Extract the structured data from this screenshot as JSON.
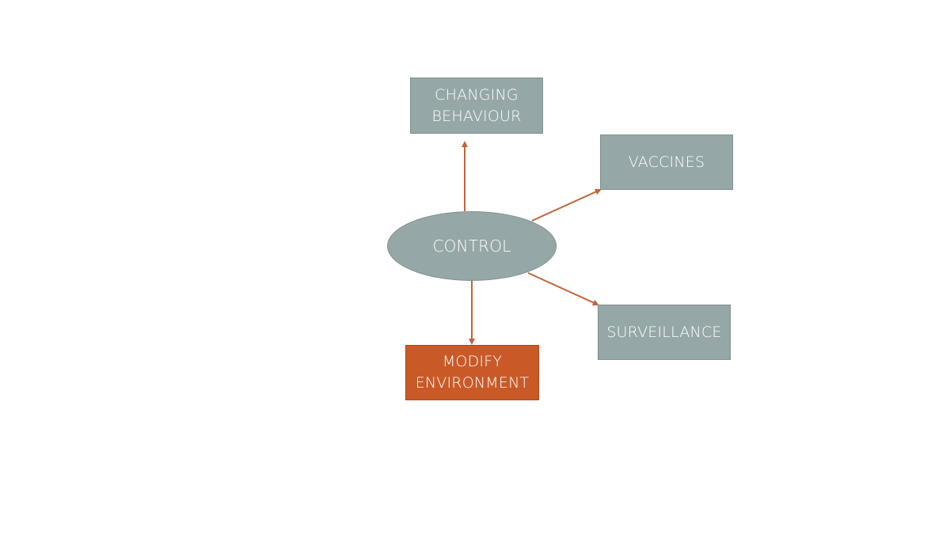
{
  "diagram": {
    "center": {
      "label": "CONTROL"
    },
    "nodes": [
      {
        "id": "changing_behaviour",
        "label": "CHANGING\nBEHAVIOUR",
        "highlighted": false
      },
      {
        "id": "vaccines",
        "label": "VACCINES",
        "highlighted": false
      },
      {
        "id": "surveillance",
        "label": "SURVEILLANCE",
        "highlighted": false
      },
      {
        "id": "modify_environment",
        "label": "MODIFY\nENVIRONMENT",
        "highlighted": true
      }
    ],
    "edges": [
      {
        "from": "control",
        "to": "changing_behaviour"
      },
      {
        "from": "control",
        "to": "vaccines"
      },
      {
        "from": "control",
        "to": "surveillance"
      },
      {
        "from": "control",
        "to": "modify_environment"
      }
    ],
    "colors": {
      "node_fill": "#95a7a6",
      "highlight_fill": "#c95a28",
      "arrow": "#c0643a",
      "text": "#ffffff"
    }
  }
}
